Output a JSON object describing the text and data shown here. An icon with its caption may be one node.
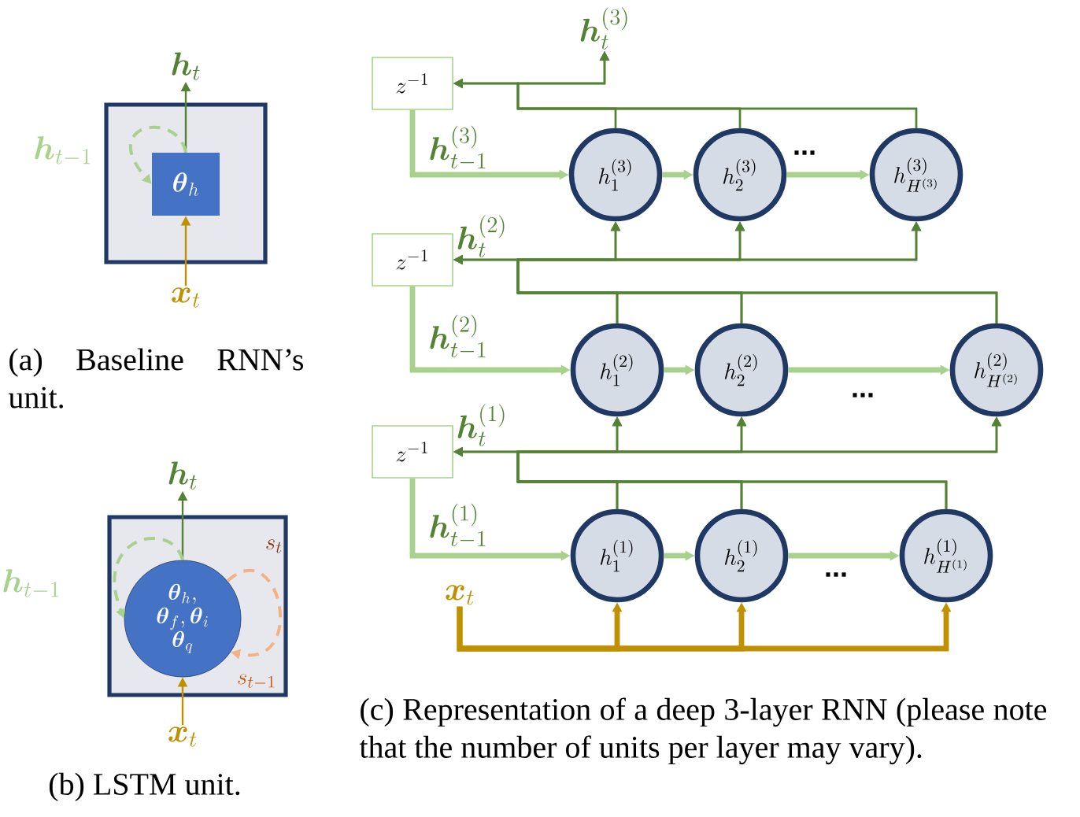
{
  "diagram": {
    "nodes": [
      {
        "text": [],
        "shape": "box"
      },
      {
        "text": [
          "\\boldsymbol{\\theta}_h"
        ],
        "in": 0
      },
      {
        "text": [
          "\\boldsymbol{h}_t"
        ]
      },
      {
        "text": [
          "\\boldsymbol{x}_t"
        ]
      },
      {
        "text": [],
        "shape": "box"
      },
      {
        "text": [
          "\\boldsymbol{\\theta}_h,",
          "\\boldsymbol{\\theta}_f, \\boldsymbol{\\theta}_i",
          "\\boldsymbol{\\theta}_q"
        ],
        "in": 4
      },
      {
        "text": [
          "\\boldsymbol{h}_t"
        ]
      },
      {
        "text": [
          "\\boldsymbol{x}_t"
        ]
      },
      {
        "text": [
          "\\boldsymbol{h}_t^{(3)}"
        ]
      },
      {
        "text": [
          "z^{-1}"
        ]
      },
      {
        "text": [
          "h_1^{(3)}"
        ]
      },
      {
        "text": [
          "h_2^{(3)}"
        ]
      },
      {
        "text": [
          "h_{H^{(3)}}^{(3)}"
        ]
      },
      {
        "text": [
          "z^{-1}"
        ]
      },
      {
        "text": [
          "h_1^{(2)}"
        ]
      },
      {
        "text": [
          "h_2^{(2)}"
        ]
      },
      {
        "text": [
          "h_{H^{(2)}}^{(2)}"
        ]
      },
      {
        "text": [
          "z^{-1}"
        ]
      },
      {
        "text": [
          "h_1^{(1)}"
        ]
      },
      {
        "text": [
          "h_2^{(1)}"
        ]
      },
      {
        "text": [
          "h_{H^{(1)}}^{(1)}"
        ]
      },
      {
        "text": [
          "\\boldsymbol{x}_t"
        ]
      }
    ],
    "edges": [
      {
        "from": 1,
        "to": 2,
        "arrow": "to"
      },
      {
        "from": 3,
        "to": 1,
        "arrow": "to",
        "color": "#bf9000"
      },
      {
        "from": 1,
        "to": 1,
        "arrow": "to",
        "style": "dashed",
        "color": "#a9d18e",
        "label": "\\boldsymbol{h}_{t-1}"
      },
      {
        "from": 5,
        "to": 6,
        "arrow": "to"
      },
      {
        "from": 7,
        "to": 5,
        "arrow": "to",
        "color": "#bf9000"
      },
      {
        "from": 5,
        "to": 5,
        "arrow": "to",
        "style": "dashed",
        "color": "#a9d18e",
        "label": "\\boldsymbol{h}_{t-1}"
      },
      {
        "from": 5,
        "to": 5,
        "arrow": "to",
        "style": "dashed",
        "color": "#f4b183",
        "label": "s_t"
      },
      {
        "from": 9,
        "to": 10,
        "arrow": "to",
        "style": "thick",
        "color": "#a9d18e",
        "label": "\\boldsymbol{h}_{t-1}^{(3)}"
      },
      {
        "from": 10,
        "to": 11,
        "arrow": "to",
        "style": "thick",
        "color": "#a9d18e"
      },
      {
        "from": 11,
        "to": 12,
        "arrow": "to",
        "style": "thick",
        "color": "#a9d18e",
        "label": "..."
      },
      {
        "from": 10,
        "to": 9,
        "arrow": "to"
      },
      {
        "from": 10,
        "to": 8,
        "arrow": "to"
      },
      {
        "from": 11,
        "to": 9,
        "arrow": "to"
      },
      {
        "from": 11,
        "to": 8,
        "arrow": "to"
      },
      {
        "from": 12,
        "to": 9,
        "arrow": "to"
      },
      {
        "from": 12,
        "to": 8,
        "arrow": "to"
      },
      {
        "from": 13,
        "to": 14,
        "arrow": "to",
        "style": "thick",
        "color": "#a9d18e",
        "label": "\\boldsymbol{h}_{t-1}^{(2)}"
      },
      {
        "from": 14,
        "to": 15,
        "arrow": "to",
        "style": "thick",
        "color": "#a9d18e"
      },
      {
        "from": 15,
        "to": 16,
        "arrow": "to",
        "style": "thick",
        "color": "#a9d18e",
        "label": "..."
      },
      {
        "from": 14,
        "to": 13,
        "arrow": "to"
      },
      {
        "from": 14,
        "to": 10,
        "arrow": "to"
      },
      {
        "from": 14,
        "to": 11,
        "arrow": "to"
      },
      {
        "from": 14,
        "to": 12,
        "arrow": "to"
      },
      {
        "from": 15,
        "to": 13,
        "arrow": "to"
      },
      {
        "from": 15,
        "to": 10,
        "arrow": "to"
      },
      {
        "from": 15,
        "to": 11,
        "arrow": "to"
      },
      {
        "from": 15,
        "to": 12,
        "arrow": "to"
      },
      {
        "from": 16,
        "to": 13,
        "arrow": "to"
      },
      {
        "from": 16,
        "to": 10,
        "arrow": "to"
      },
      {
        "from": 16,
        "to": 11,
        "arrow": "to"
      },
      {
        "from": 16,
        "to": 12,
        "arrow": "to"
      },
      {
        "from": 17,
        "to": 18,
        "arrow": "to",
        "style": "thick",
        "color": "#a9d18e",
        "label": "\\boldsymbol{h}_{t-1}^{(1)}"
      },
      {
        "from": 18,
        "to": 19,
        "arrow": "to",
        "style": "thick",
        "color": "#a9d18e"
      },
      {
        "from": 19,
        "to": 20,
        "arrow": "to",
        "style": "thick",
        "color": "#a9d18e",
        "label": "..."
      },
      {
        "from": 18,
        "to": 17,
        "arrow": "to"
      },
      {
        "from": 18,
        "to": 14,
        "arrow": "to"
      },
      {
        "from": 18,
        "to": 15,
        "arrow": "to"
      },
      {
        "from": 18,
        "to": 16,
        "arrow": "to"
      },
      {
        "from": 19,
        "to": 17,
        "arrow": "to"
      },
      {
        "from": 19,
        "to": 14,
        "arrow": "to"
      },
      {
        "from": 19,
        "to": 15,
        "arrow": "to"
      },
      {
        "from": 19,
        "to": 16,
        "arrow": "to"
      },
      {
        "from": 20,
        "to": 17,
        "arrow": "to"
      },
      {
        "from": 20,
        "to": 14,
        "arrow": "to"
      },
      {
        "from": 20,
        "to": 15,
        "arrow": "to"
      },
      {
        "from": 20,
        "to": 16,
        "arrow": "to"
      },
      {
        "from": 21,
        "to": 18,
        "arrow": "to",
        "style": "thick",
        "color": "#bf9000"
      },
      {
        "from": 21,
        "to": 19,
        "arrow": "to",
        "style": "thick",
        "color": "#bf9000"
      },
      {
        "from": 21,
        "to": 20,
        "arrow": "to",
        "style": "thick",
        "color": "#bf9000"
      }
    ],
    "labels": [
      "s_{t-1}",
      "(a) Baseline RNN’s unit.",
      "(b) LSTM unit.",
      "\\boldsymbol{h}_t^{(2)}",
      "\\boldsymbol{h}_t^{(1)}",
      "(c) Representation of a deep 3-layer RNN (please note that the number of units per layer may vary)."
    ]
  }
}
